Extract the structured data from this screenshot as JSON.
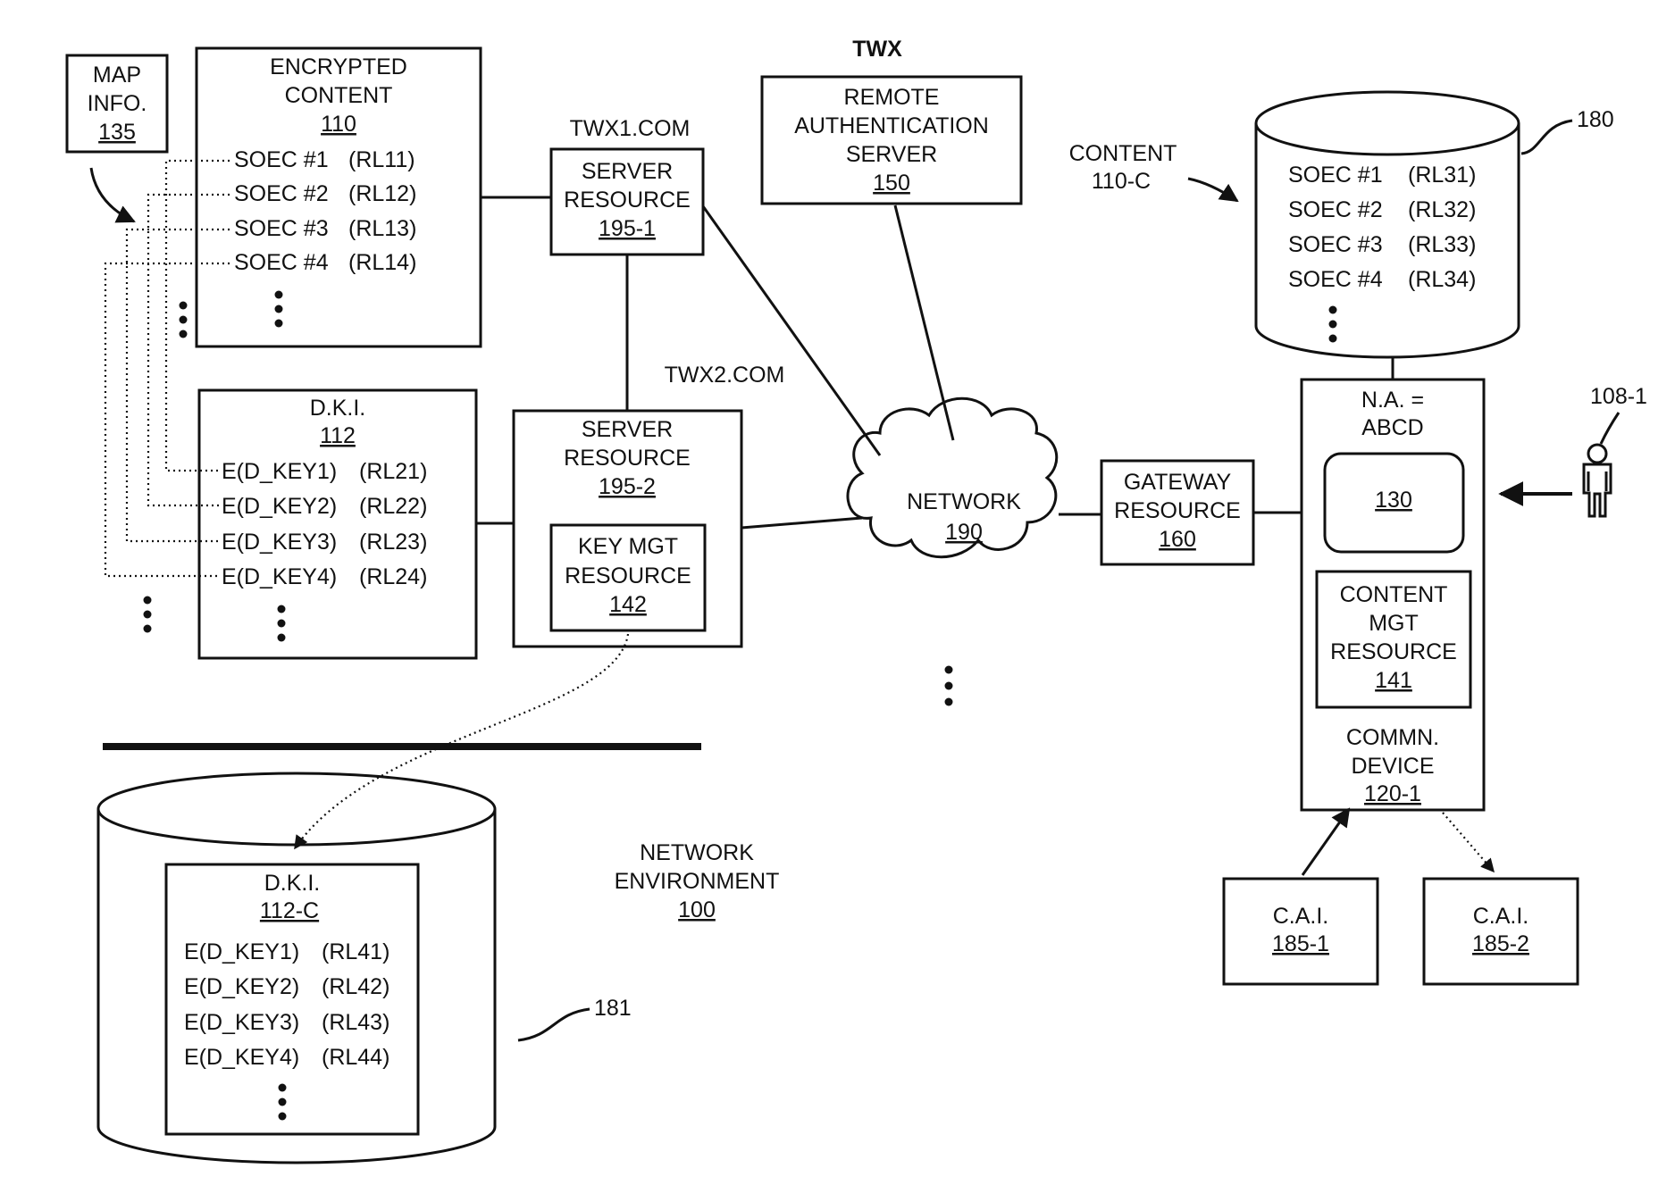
{
  "diagram": {
    "twx_title": "TWX",
    "twx1_label": "TWX1.COM",
    "twx2_label": "TWX2.COM",
    "map_info": {
      "line1": "MAP",
      "line2": "INFO.",
      "ref": "135"
    },
    "encrypted_content": {
      "line1": "ENCRYPTED",
      "line2": "CONTENT",
      "ref": "110",
      "items": [
        {
          "name": "SOEC #1",
          "rl": "(RL11)"
        },
        {
          "name": "SOEC #2",
          "rl": "(RL12)"
        },
        {
          "name": "SOEC #3",
          "rl": "(RL13)"
        },
        {
          "name": "SOEC #4",
          "rl": "(RL14)"
        }
      ]
    },
    "dki": {
      "line1": "D.K.I.",
      "ref": "112",
      "items": [
        {
          "name": "E(D_KEY1)",
          "rl": "(RL21)"
        },
        {
          "name": "E(D_KEY2)",
          "rl": "(RL22)"
        },
        {
          "name": "E(D_KEY3)",
          "rl": "(RL23)"
        },
        {
          "name": "E(D_KEY4)",
          "rl": "(RL24)"
        }
      ]
    },
    "server_1": {
      "line1": "SERVER",
      "line2": "RESOURCE",
      "ref": "195-1"
    },
    "server_2": {
      "line1": "SERVER",
      "line2": "RESOURCE",
      "ref": "195-2"
    },
    "key_mgt": {
      "line1": "KEY MGT",
      "line2": "RESOURCE",
      "ref": "142"
    },
    "auth_server": {
      "line1": "REMOTE",
      "line2": "AUTHENTICATION",
      "line3": "SERVER",
      "ref": "150"
    },
    "network": {
      "line1": "NETWORK",
      "ref": "190"
    },
    "gateway": {
      "line1": "GATEWAY",
      "line2": "RESOURCE",
      "ref": "160"
    },
    "content_c": {
      "line1": "CONTENT",
      "line2": "110-C"
    },
    "repo_180": {
      "ref": "180",
      "items": [
        {
          "name": "SOEC #1",
          "rl": "(RL31)"
        },
        {
          "name": "SOEC #2",
          "rl": "(RL32)"
        },
        {
          "name": "SOEC #3",
          "rl": "(RL33)"
        },
        {
          "name": "SOEC #4",
          "rl": "(RL34)"
        }
      ]
    },
    "device": {
      "na_line1": "N.A. =",
      "na_line2": "ABCD",
      "display_ref": "130",
      "cmr_line1": "CONTENT",
      "cmr_line2": "MGT",
      "cmr_line3": "RESOURCE",
      "cmr_ref": "141",
      "line1": "COMMN.",
      "line2": "DEVICE",
      "ref": "120-1"
    },
    "user_ref": "108-1",
    "cai_1": {
      "line1": "C.A.I.",
      "ref": "185-1"
    },
    "cai_2": {
      "line1": "C.A.I.",
      "ref": "185-2"
    },
    "network_env": {
      "line1": "NETWORK",
      "line2": "ENVIRONMENT",
      "ref": "100"
    },
    "repo_181": {
      "ref": "181",
      "line1": "D.K.I.",
      "sub_ref": "112-C",
      "items": [
        {
          "name": "E(D_KEY1)",
          "rl": "(RL41)"
        },
        {
          "name": "E(D_KEY2)",
          "rl": "(RL42)"
        },
        {
          "name": "E(D_KEY3)",
          "rl": "(RL43)"
        },
        {
          "name": "E(D_KEY4)",
          "rl": "(RL44)"
        }
      ]
    }
  }
}
